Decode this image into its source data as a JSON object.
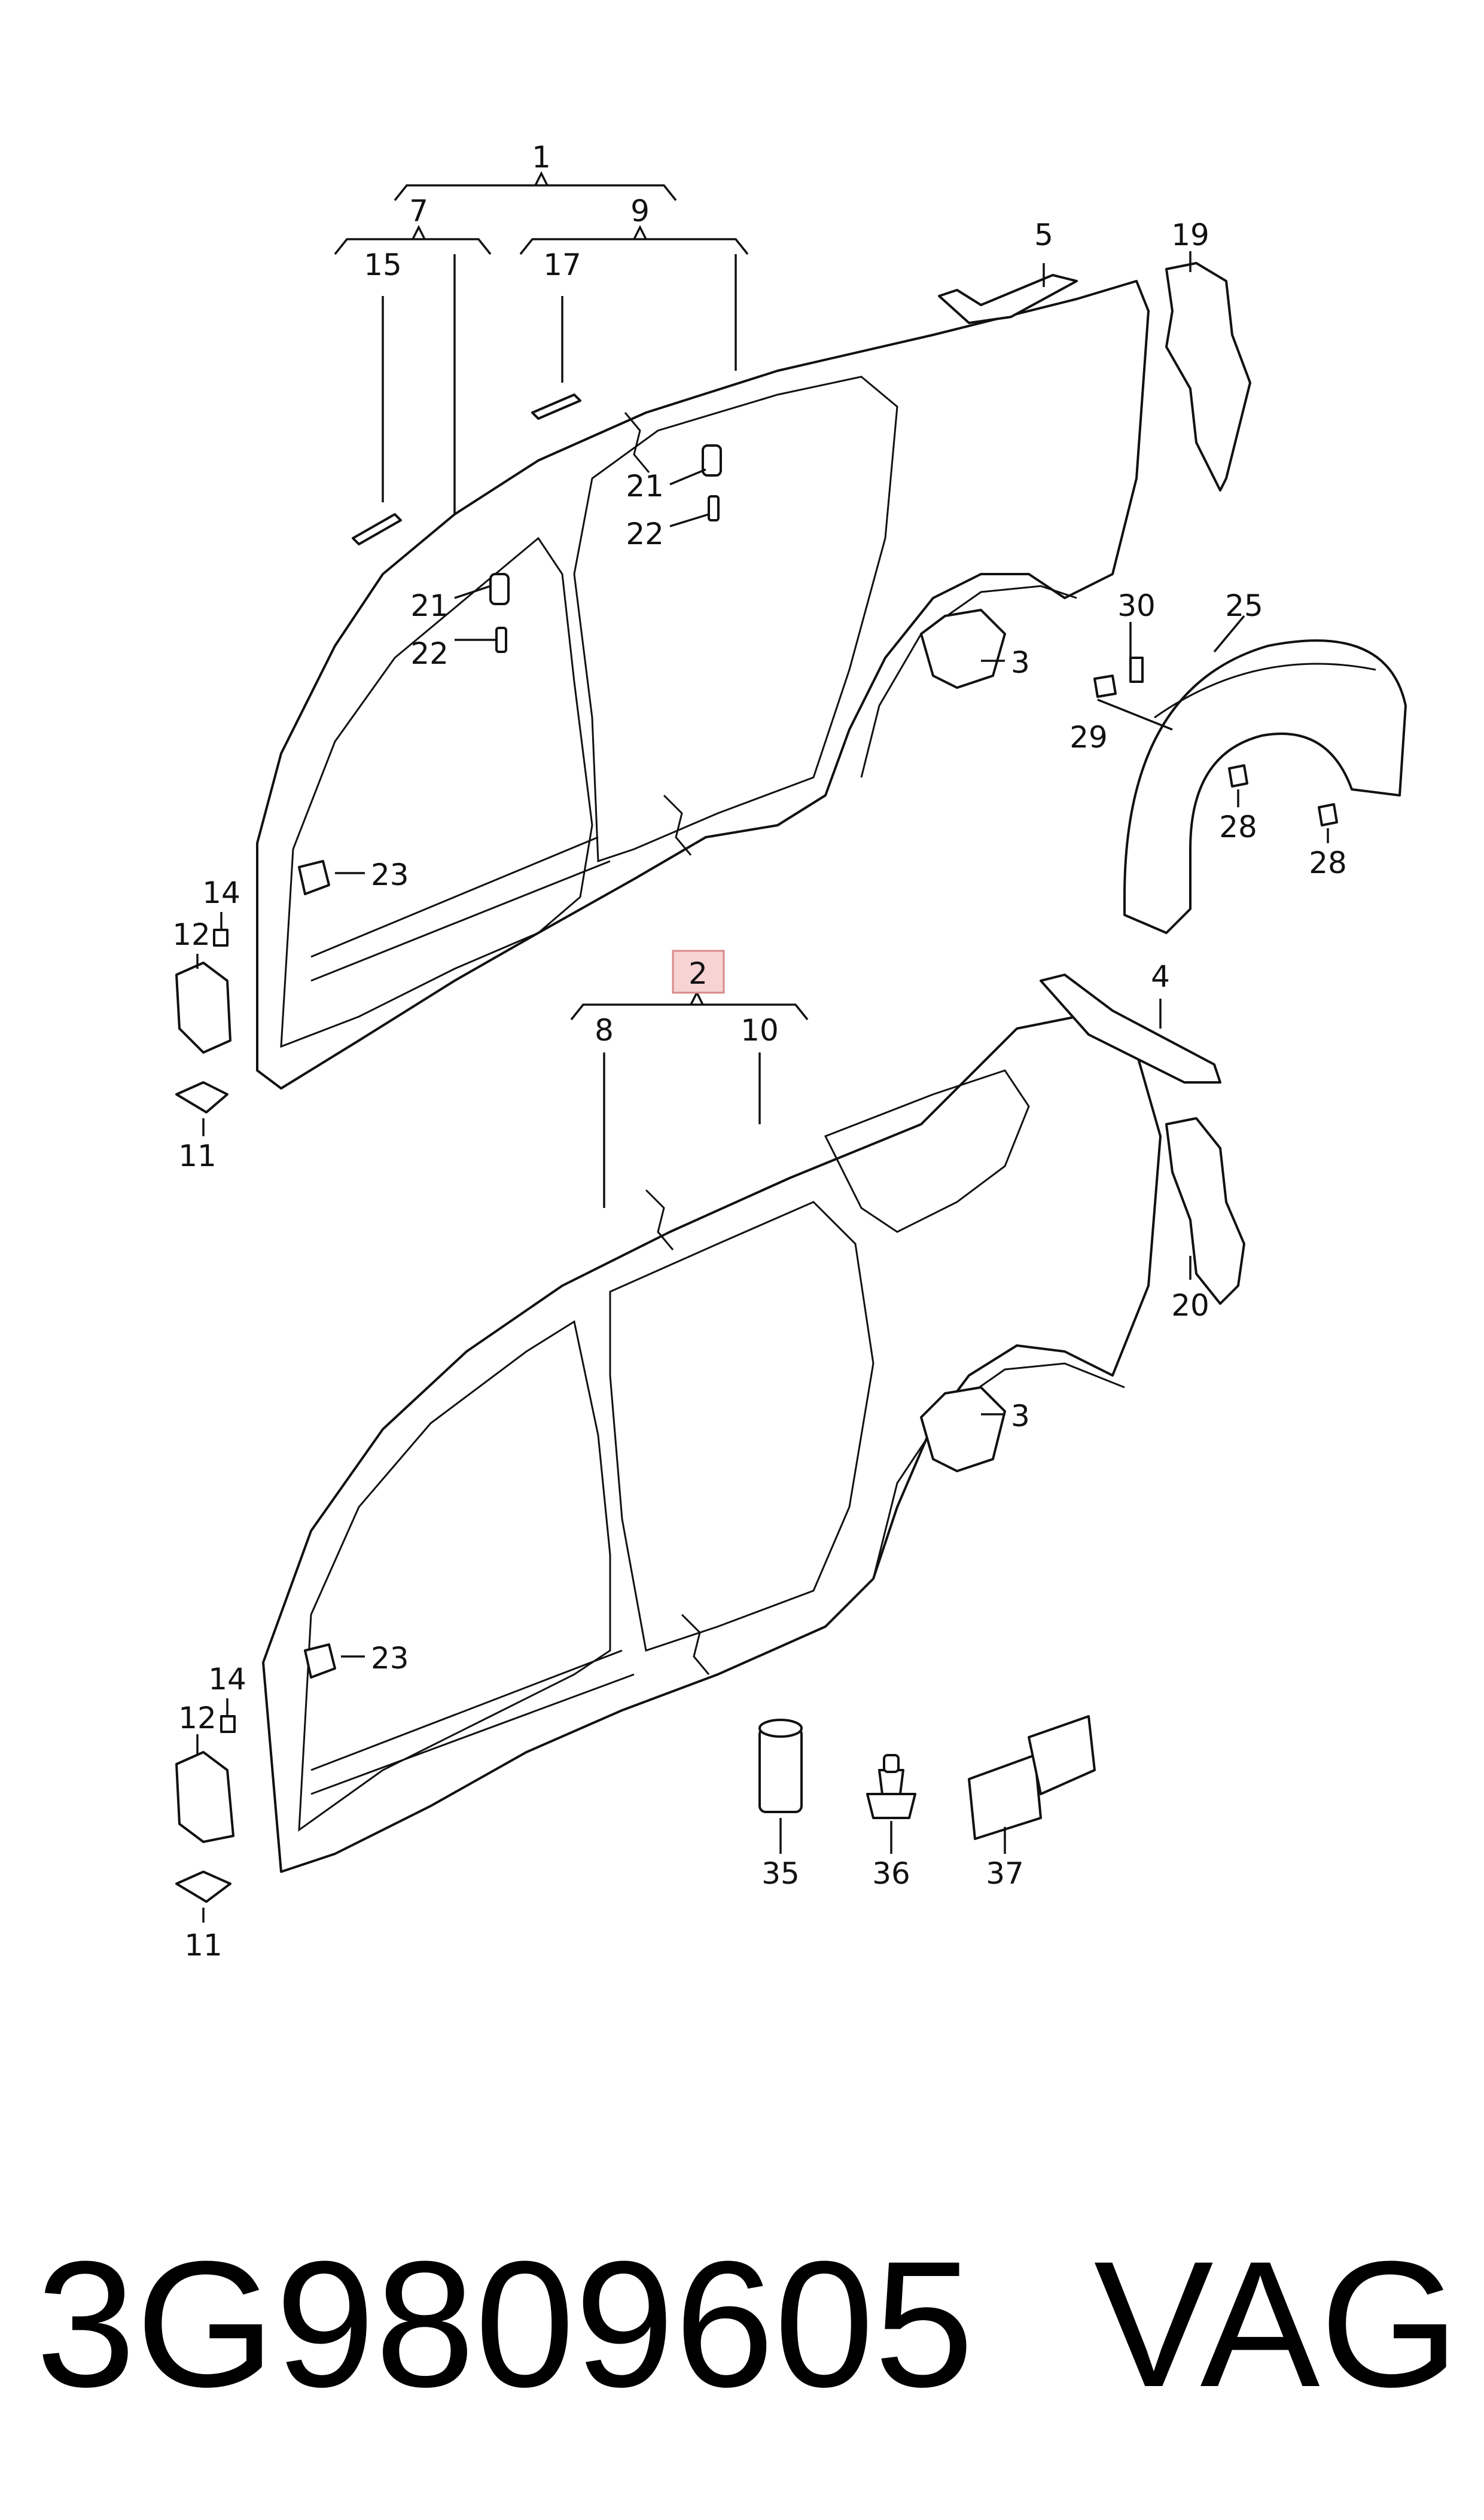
{
  "callouts": {
    "c1": "1",
    "c2": "2",
    "c3a": "3",
    "c3b": "3",
    "c4": "4",
    "c5": "5",
    "c7": "7",
    "c8": "8",
    "c9": "9",
    "c10": "10",
    "c11a": "11",
    "c11b": "11",
    "c12a": "12",
    "c12b": "12",
    "c14a": "14",
    "c14b": "14",
    "c15": "15",
    "c17": "17",
    "c19": "19",
    "c20": "20",
    "c21a": "21",
    "c21b": "21",
    "c22a": "22",
    "c22b": "22",
    "c23a": "23",
    "c23b": "23",
    "c25": "25",
    "c28a": "28",
    "c28b": "28",
    "c29": "29",
    "c30": "30",
    "c35": "35",
    "c36": "36",
    "c37": "37"
  },
  "footer": {
    "part_number": "3G9809605",
    "brand": "VAG"
  },
  "highlight_color": "#f7d3d3"
}
